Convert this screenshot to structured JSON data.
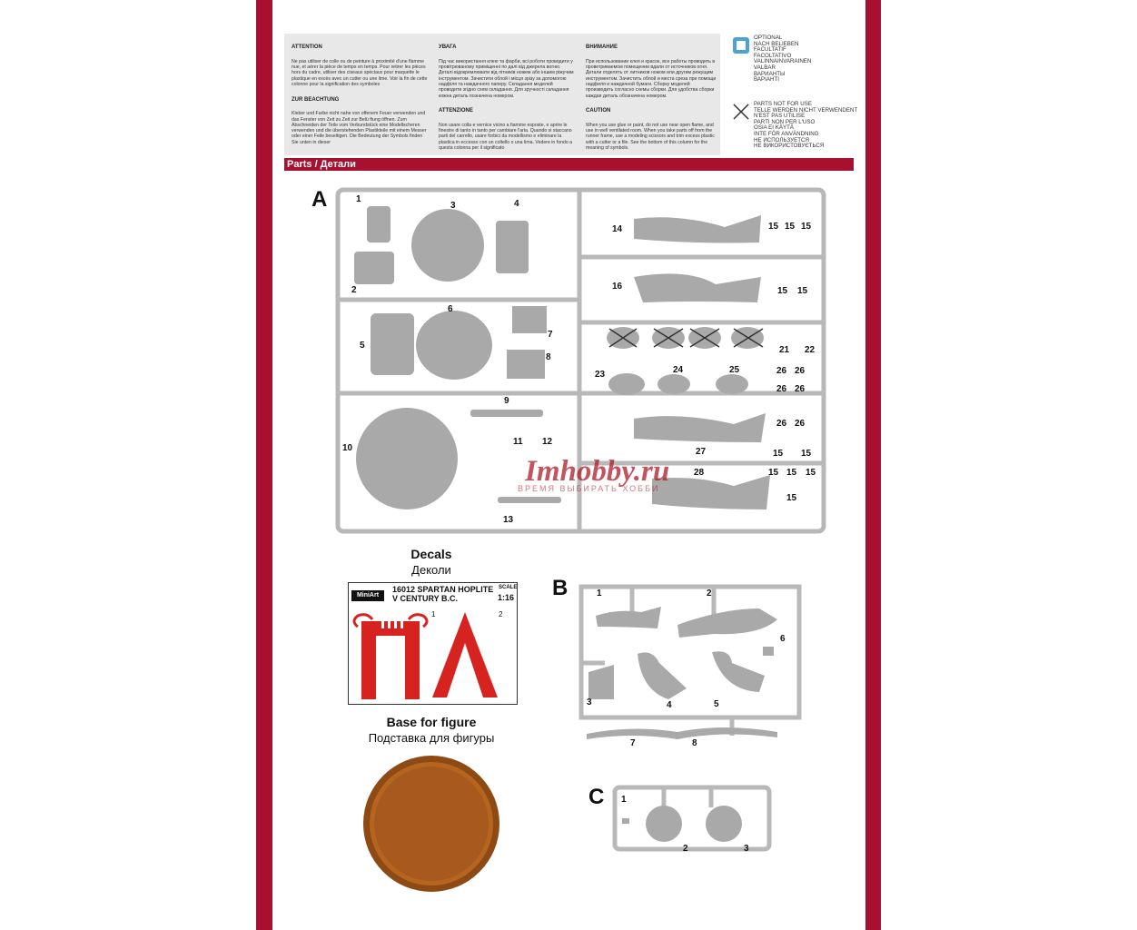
{
  "notice": {
    "col1_title_fr": "ATTENTION",
    "col1_text_fr": "Ne pas utiliser de colle ou de peinture à proximité d'une flamme nue, et aérer la pièce de temps en temps. Pour retirer les pièces hors du cadre, utiliser des ciseaux spéciaux pour maquette le plastique en excès avec un cutter ou une lime. Voir la fin de cette colonne pour la signification des symboles",
    "col1_title_de": "ZUR BEACHTUNG",
    "col1_text_de": "Kleber und Farbe nicht nahe von offenem Feuer verwenden und das Fenster von Zeit zu Zeit zur Belü ftung öffnen. Zum Abschneiden der Teile vom Verbundstück eine Modellscheren verwenden und die überstehenden Plastikteile mit einem Messer oder einer Feile beseitigen. Die Bedeutung der Symbols finden Sie unten in dieser",
    "col2_title_ua": "УВАГА",
    "col2_text_ua": "Під час використання клею та фарби, всі роботи проводити у провітрюваному приміщенні по далі від джерела вогню. Деталі відокремлювати від літників ножем або іншим ріжучим інструментом. Зачистити облой і місця зрізу за допомогою надфіля та наждачного паперу. Складання моделей проводити згідно схем складання. Для зручності складання кожна деталь позначена номером.",
    "col2_title_it": "ATTENZIONE",
    "col2_text_it": "Non usare colla e vernice vicino a fiamme esposte, e aprire le finestre di tanto in tanto per cambiare l'aria. Quando si staccano parti del carrello, usare forbici da modellismo e eliminare la plastica in eccesso con un coltello o una lima. Vedere in fondo a questa colonna per il significato",
    "col3_title_ru": "ВНИМАНИЕ",
    "col3_text_ru": "При использовании клея и красок, все работы проводить в проветриваемом помещении вдали от источников огня. Детали отделять от литников ножом или другим режущим инструментом. Зачистить облой и места среза при помощи надфиля и наждачной бумаги. Сборку моделей производить согласно схемы сборки. Для удобства сборки каждая деталь обозначена номером.",
    "col3_title_en": "CAUTION",
    "col3_text_en": "When you use glue or paint, do not use near open flame, and use in well ventilated room. When you take parts off from the runner frame, use a modeling scissors and trim excess plastic with a cutter or a file. See the bottom of this column for the meaning of symbols."
  },
  "legend": {
    "optional": "OPTIONAL\nNACH BELIEBEN\nFACULTATIF\nFACOLTATIVO\nVALINNAINVARAINEN\nVALBAR\nВАРИАНТЫ\nВАРІАНТІ",
    "not_for_use": "PARTS NOT FOR USE\nTELLE WERDEN NICHT VERWENDENT\nN'EST PAS UTILISE\nPARTI NON PER L'USO\nOSIA EI KÄYTÄ\nINTE FÖR ANVÄNDNING\nНЕ ИСПОЛЬЗУЕТСЯ\nНЕ ВИКОРИСТОВУЄТЬСЯ"
  },
  "section_title": "Parts / Детали",
  "sprues": {
    "a": "A",
    "b": "B",
    "c": "C",
    "a_numbers": [
      "1",
      "2",
      "3",
      "4",
      "5",
      "6",
      "7",
      "8",
      "9",
      "10",
      "11",
      "12",
      "13",
      "14",
      "15",
      "15",
      "15",
      "16",
      "15",
      "15",
      "21",
      "22",
      "23",
      "24",
      "25",
      "26",
      "26",
      "26",
      "26",
      "26",
      "26",
      "27",
      "28",
      "15",
      "15",
      "15",
      "15",
      "15",
      "15"
    ],
    "b_numbers": [
      "1",
      "2",
      "3",
      "4",
      "5",
      "6",
      "7",
      "8"
    ],
    "c_numbers": [
      "1",
      "2",
      "3"
    ]
  },
  "decals": {
    "title_en": "Decals",
    "title_ru": "Деколи",
    "logo": "MiniArt",
    "code_line": "16012  SPARTAN HOPLITE",
    "century_line": "V CENTURY B.C.",
    "scale_label": "SCALE",
    "scale_value": "1:16",
    "num1": "1",
    "num2": "2",
    "glyph2": "Λ"
  },
  "base": {
    "title_en": "Base for figure",
    "title_ru": "Подставка для фигуры"
  },
  "watermark": {
    "brand": "Imhobby.ru",
    "tagline": "ВРЕМЯ ВЫБИРАТЬ ХОББИ"
  },
  "colors": {
    "frame": "#a7102f",
    "sprue": "#b5b5b5",
    "base": "#a85a1e",
    "decal_red": "#d6231f"
  }
}
